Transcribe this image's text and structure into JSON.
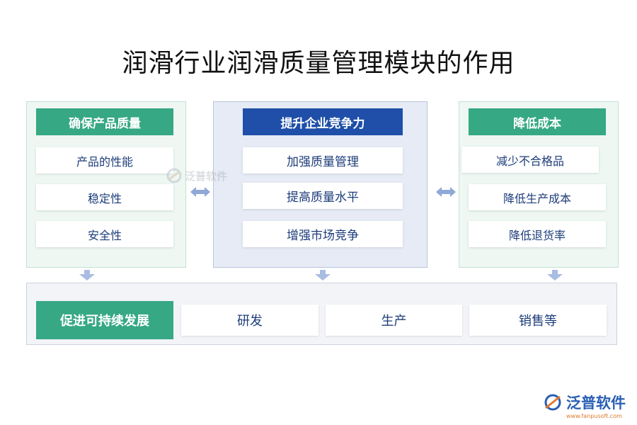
{
  "title": "润滑行业润滑质量管理模块的作用",
  "left": {
    "header": "确保产品质量",
    "items": [
      "产品的性能",
      "稳定性",
      "安全性"
    ]
  },
  "middle": {
    "header": "提升企业竞争力",
    "items": [
      "加强质量管理",
      "提高质量水平",
      "增强市场竞争"
    ]
  },
  "right": {
    "header": "降低成本",
    "items": [
      "减少不合格品",
      "降低生产成本",
      "降低退货率"
    ]
  },
  "bottom": {
    "header": "促进可持续发展",
    "items": [
      "研发",
      "生产",
      "销售等"
    ]
  },
  "watermark": {
    "brand": "泛普软件"
  },
  "logo": {
    "brand": "泛普软件",
    "url": "www.fanpusoft.com"
  },
  "colors": {
    "green": "#36a883",
    "blue": "#1f4fa8",
    "arrow": "#8fa8d8"
  }
}
